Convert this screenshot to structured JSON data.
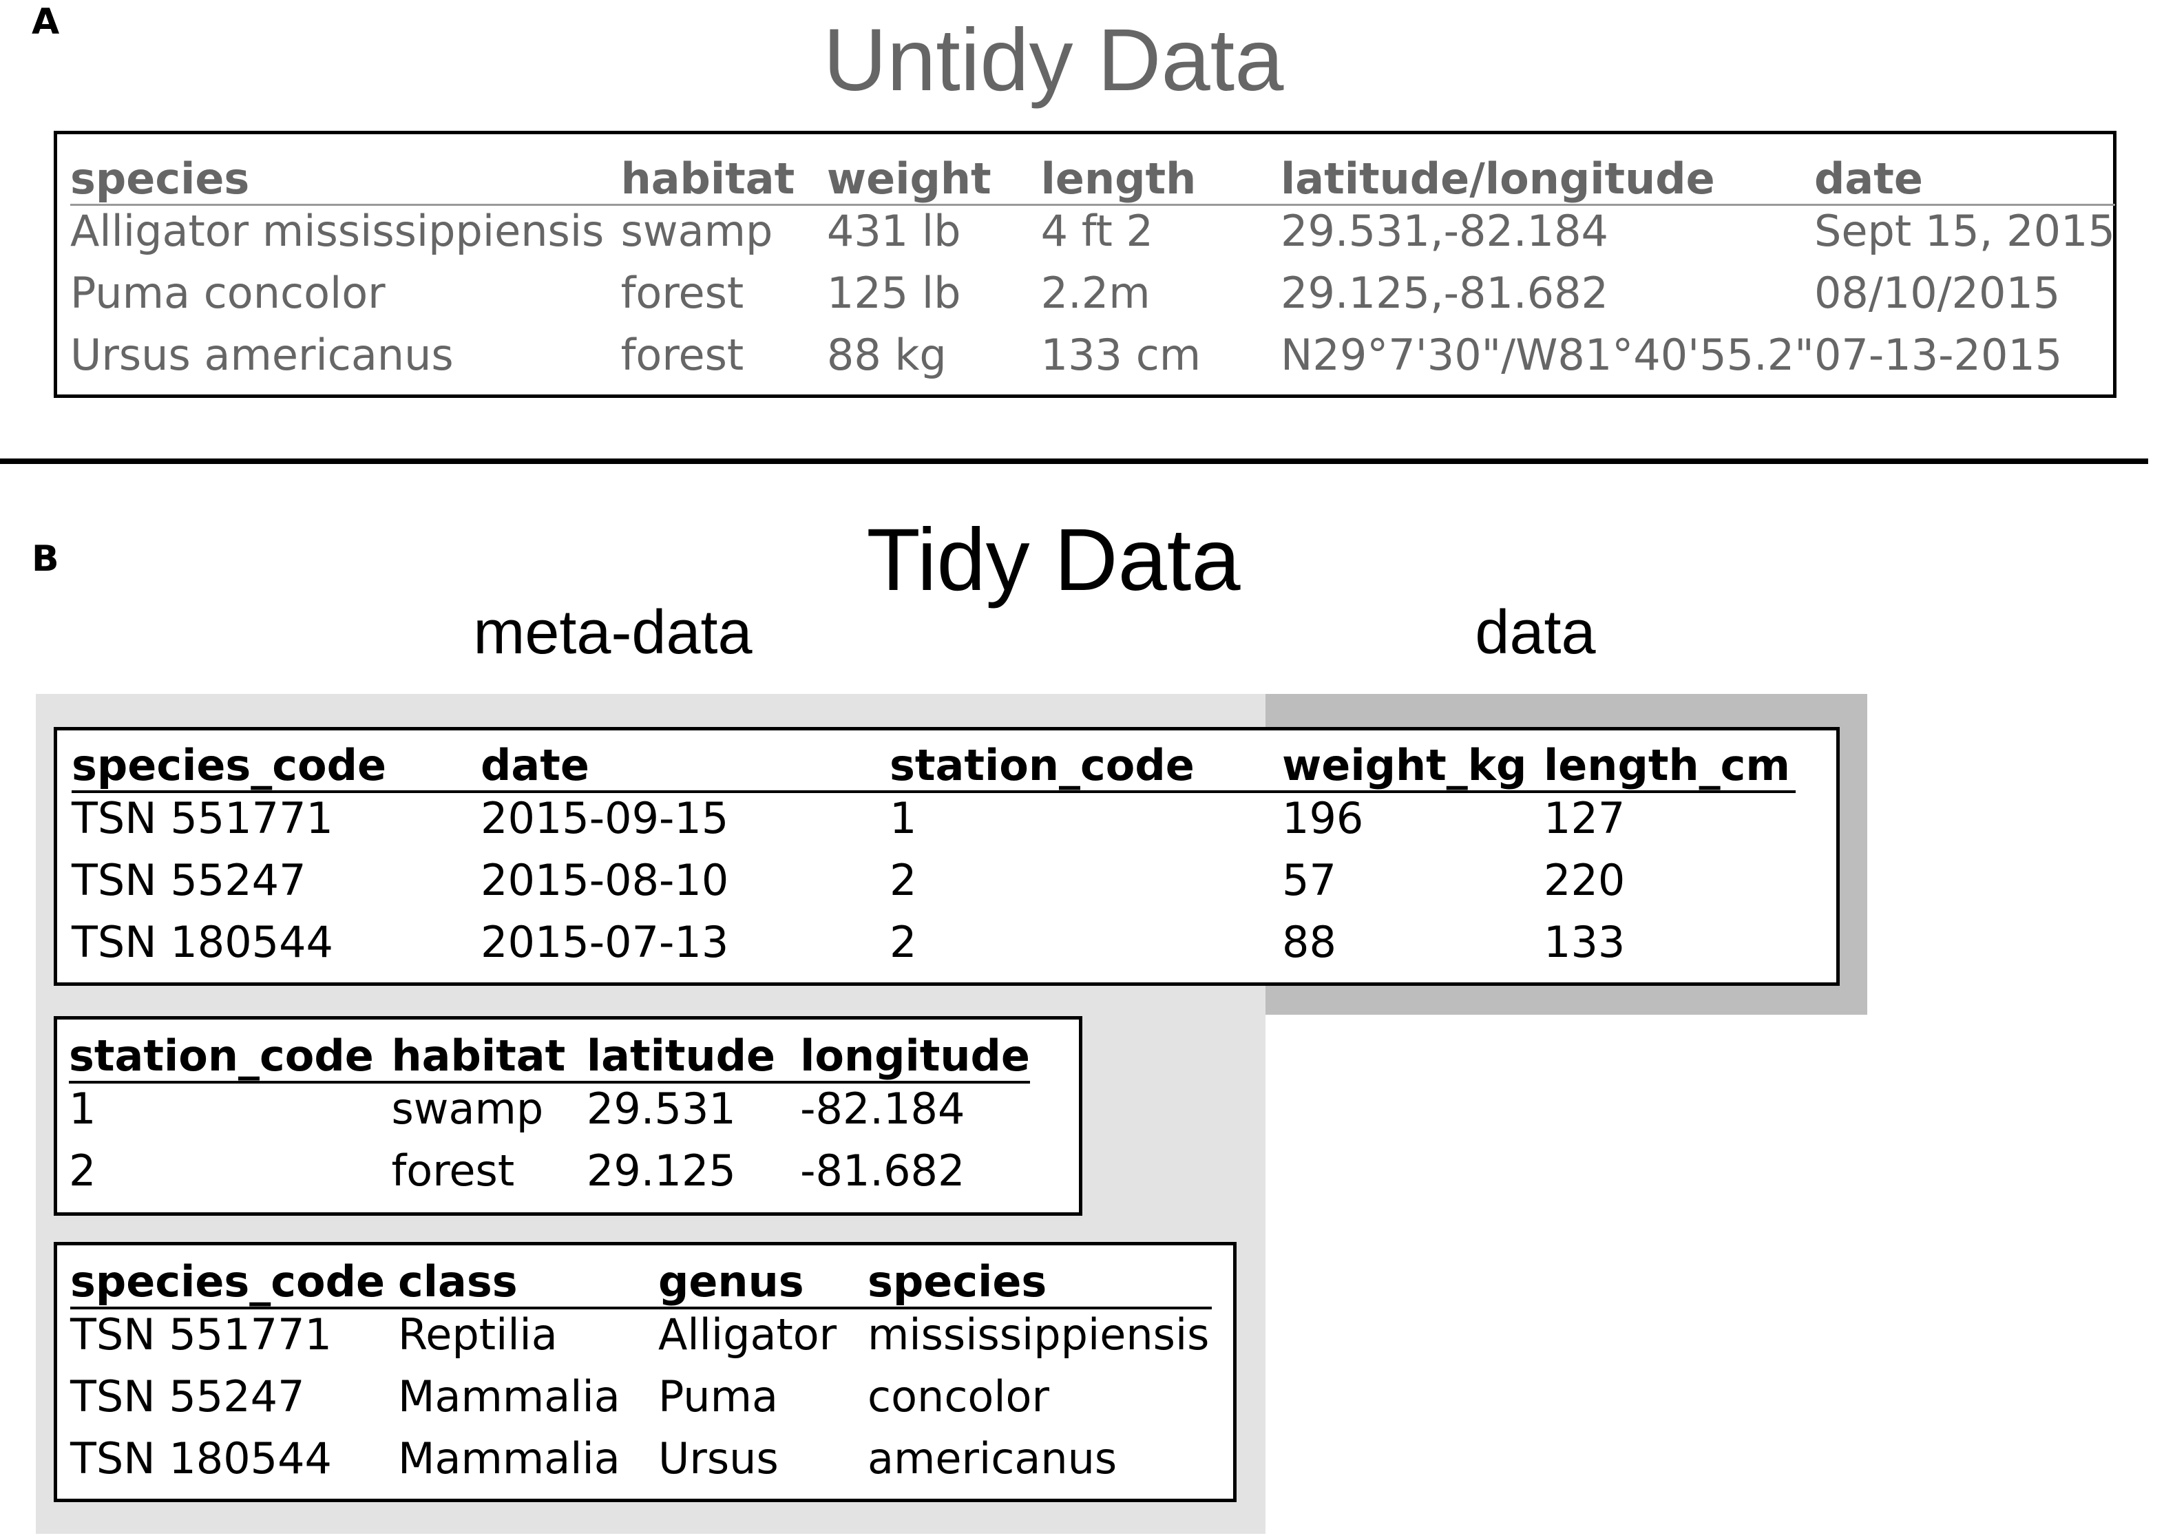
{
  "panel_a": {
    "letter": "A",
    "title": "Untidy Data",
    "table": {
      "headers": [
        "species",
        "habitat",
        "weight",
        "length",
        "latitude/longitude",
        "date"
      ],
      "rows": [
        [
          "Alligator mississippiensis",
          "swamp",
          "431 lb",
          "4 ft 2",
          "29.531,-82.184",
          "Sept 15, 2015"
        ],
        [
          "Puma concolor",
          "forest",
          "125 lb",
          "2.2m",
          "29.125,-81.682",
          "08/10/2015"
        ],
        [
          "Ursus americanus",
          "forest",
          "88 kg",
          "133 cm",
          "N29°7'30\"/W81°40'55.2\"",
          "07-13-2015"
        ]
      ]
    }
  },
  "panel_b": {
    "letter": "B",
    "title": "Tidy Data",
    "meta_label": "meta-data",
    "data_label": "data",
    "observations": {
      "headers": [
        "species_code",
        "date",
        "station_code",
        "weight_kg",
        "length_cm"
      ],
      "rows": [
        [
          "TSN 551771",
          "2015-09-15",
          "1",
          "196",
          "127"
        ],
        [
          "TSN 55247",
          "2015-08-10",
          "2",
          "57",
          "220"
        ],
        [
          "TSN 180544",
          "2015-07-13",
          "2",
          "88",
          "133"
        ]
      ]
    },
    "stations": {
      "headers": [
        "station_code",
        "habitat",
        "latitude",
        "longitude"
      ],
      "rows": [
        [
          "1",
          "swamp",
          "29.531",
          "-82.184"
        ],
        [
          "2",
          "forest",
          "29.125",
          "-81.682"
        ]
      ]
    },
    "taxonomy": {
      "headers": [
        "species_code",
        "class",
        "genus",
        "species"
      ],
      "rows": [
        [
          "TSN 551771",
          "Reptilia",
          "Alligator",
          "mississippiensis"
        ],
        [
          "TSN 55247",
          "Mammalia",
          "Puma",
          "concolor"
        ],
        [
          "TSN 180544",
          "Mammalia",
          "Ursus",
          "americanus"
        ]
      ]
    }
  },
  "colors": {
    "untidy_text": "#666666",
    "meta_background": "#e3e3e3",
    "data_background": "#bdbdbd"
  }
}
